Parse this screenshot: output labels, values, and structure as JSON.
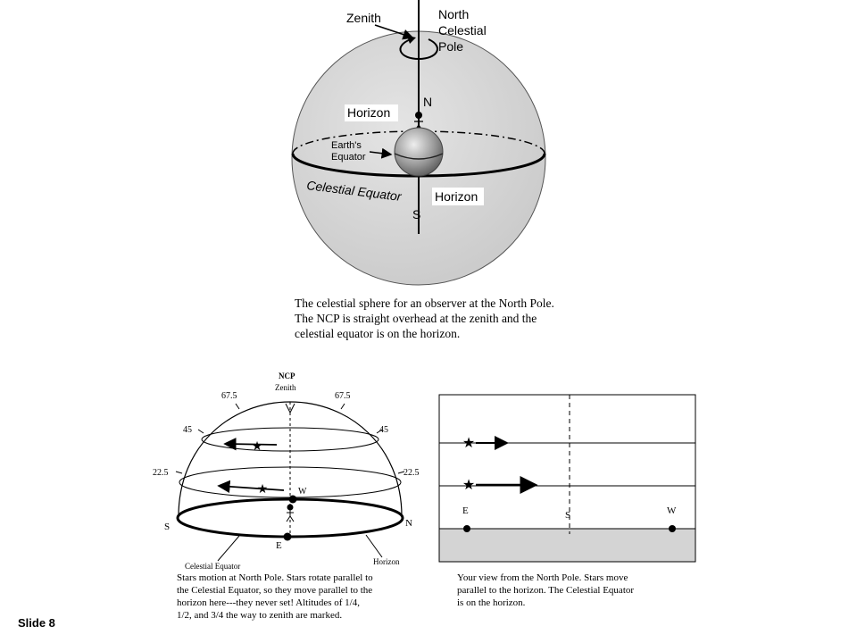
{
  "top_diagram": {
    "labels": {
      "zenith": "Zenith",
      "ncp_line1": "North",
      "ncp_line2": "Celestial",
      "ncp_line3": "Pole",
      "n": "N",
      "horizon_upper": "Horizon",
      "earth_line1": "Earth's",
      "earth_line2": "Equator",
      "celestial_equator": "Celestial Equator",
      "horizon_lower": "Horizon",
      "s": "S"
    },
    "caption": {
      "line1": "The celestial sphere for an observer at the North Pole.",
      "line2": "The NCP is straight overhead at the zenith and the",
      "line3": "celestial equator is on the horizon."
    }
  },
  "dome_diagram": {
    "labels": {
      "ncp": "NCP",
      "zenith": "Zenith",
      "alt_675_left": "67.5",
      "alt_675_right": "67.5",
      "alt_45_left": "45",
      "alt_45_right": "45",
      "alt_225_left": "22.5",
      "alt_225_right": "22.5",
      "w": "W",
      "s": "S",
      "n": "N",
      "e": "E",
      "celestial_equator": "Celestial Equator",
      "horizon": "Horizon"
    },
    "caption": {
      "line1": "Stars motion at North Pole. Stars rotate parallel to",
      "line2": "the Celestial Equator, so they move parallel to the",
      "line3": "horizon here---they never set! Altitudes of 1/4,",
      "line4": "1/2, and 3/4 the way to zenith are marked."
    }
  },
  "view_diagram": {
    "labels": {
      "e": "E",
      "s": "S",
      "w": "W"
    },
    "caption": {
      "line1": "Your view from the North Pole. Stars move",
      "line2": "parallel to the horizon. The Celestial Equator",
      "line3": "is on the horizon."
    }
  },
  "slide": {
    "label": "Slide 8"
  },
  "colors": {
    "sphere_fill": "#d6d6d6",
    "ground_fill": "#d4d4d4",
    "line": "#000000"
  }
}
